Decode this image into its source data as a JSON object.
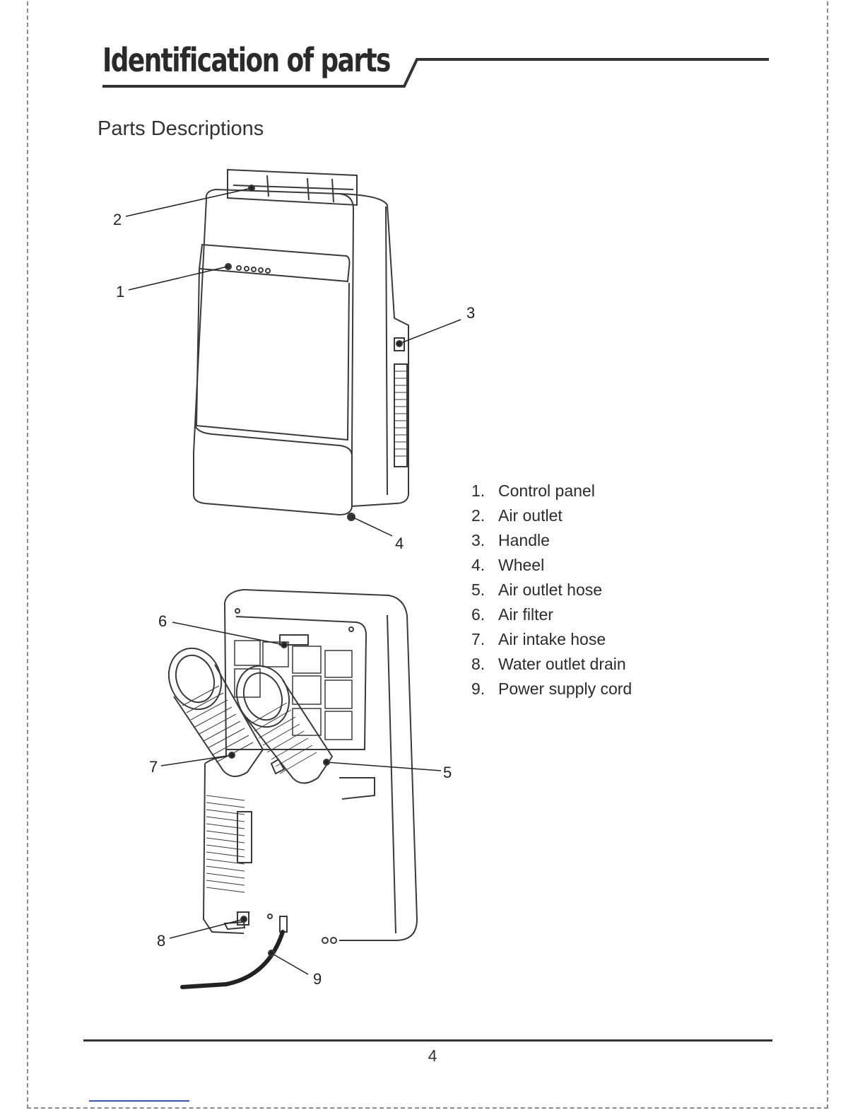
{
  "header": {
    "title": "Identification of parts",
    "subtitle": "Parts Descriptions"
  },
  "callouts": {
    "c1": "1",
    "c2": "2",
    "c3": "3",
    "c4": "4",
    "c5": "5",
    "c6": "6",
    "c7": "7",
    "c8": "8",
    "c9": "9"
  },
  "parts": [
    {
      "num": "1.",
      "label": "Control panel"
    },
    {
      "num": "2.",
      "label": "Air outlet"
    },
    {
      "num": "3.",
      "label": "Handle"
    },
    {
      "num": "4.",
      "label": "Wheel"
    },
    {
      "num": "5.",
      "label": "Air outlet hose"
    },
    {
      "num": "6.",
      "label": "Air filter"
    },
    {
      "num": "7.",
      "label": "Air intake hose"
    },
    {
      "num": "8.",
      "label": "Water outlet drain"
    },
    {
      "num": "9.",
      "label": "Power supply cord"
    }
  ],
  "footer": {
    "page_number": "4"
  }
}
